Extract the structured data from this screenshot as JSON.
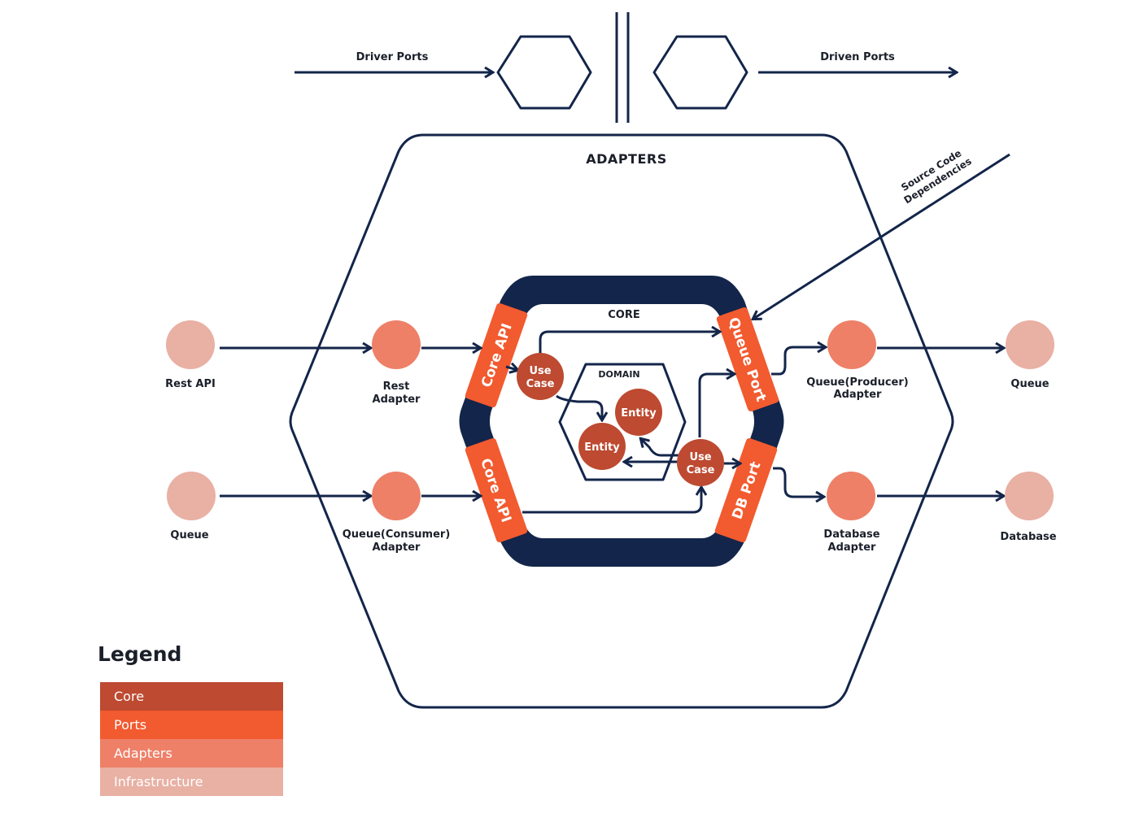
{
  "top": {
    "driver_ports_label": "Driver Ports",
    "driven_ports_label": "Driven Ports"
  },
  "adapters_title": "ADAPTERS",
  "source_code_label_1": "Source Code",
  "source_code_label_2": "Dependencies",
  "core": {
    "title": "CORE",
    "domain_title": "DOMAIN",
    "ports": {
      "core_api_top": "Core API",
      "core_api_bottom": "Core API",
      "queue_port": "Queue Port",
      "db_port": "DB Port"
    },
    "use_case_1": [
      "Use",
      "Case"
    ],
    "use_case_2": [
      "Use",
      "Case"
    ],
    "entity_1": "Entity",
    "entity_2": "Entity"
  },
  "nodes": {
    "rest_api": "Rest API",
    "queue_left": "Queue",
    "rest_adapter": [
      "Rest",
      "Adapter"
    ],
    "queue_consumer_adapter": [
      "Queue(Consumer)",
      "Adapter"
    ],
    "queue_producer_adapter": [
      "Queue(Producer)",
      "Adapter"
    ],
    "database_adapter": [
      "Database",
      "Adapter"
    ],
    "queue_right": "Queue",
    "database": "Database"
  },
  "legend": {
    "title": "Legend",
    "items": [
      {
        "label": "Core",
        "color": "#bd4a31"
      },
      {
        "label": "Ports",
        "color": "#f25a2f"
      },
      {
        "label": "Adapters",
        "color": "#ee8068"
      },
      {
        "label": "Infrastructure",
        "color": "#e9b0a4"
      }
    ]
  },
  "colors": {
    "navy": "#13254a",
    "core": "#bd4a31",
    "ports": "#f25a2f",
    "adapters": "#ee8068",
    "infrastructure": "#e9b0a4"
  }
}
